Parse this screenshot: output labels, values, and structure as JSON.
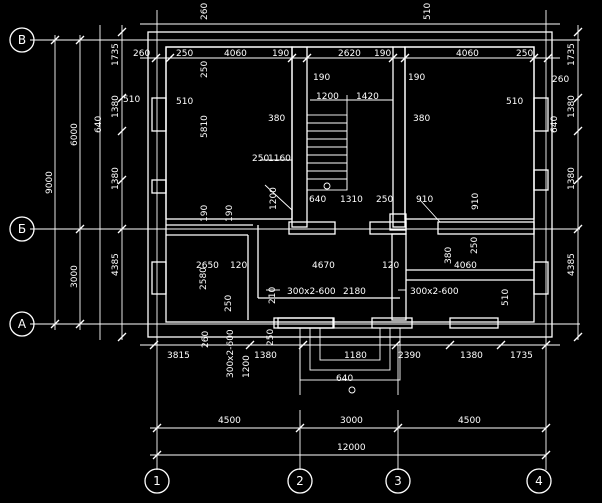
{
  "axes": {
    "letters": [
      "В",
      "Б",
      "А"
    ],
    "numbers": [
      "1",
      "2",
      "3",
      "4"
    ]
  },
  "dims": {
    "top_vertical": [
      "260",
      "510"
    ],
    "top_row": [
      "260",
      "250",
      "4060",
      "190",
      "2620",
      "190",
      "4060",
      "250"
    ],
    "inner": {
      "d_1200": "1200",
      "d_1420": "1420",
      "d_190a": "190",
      "d_190b": "190",
      "d_380a": "380",
      "d_380b": "380",
      "d_510a": "510",
      "d_510b": "510",
      "d_5810": "5810",
      "d_250": "250",
      "d_1160": "1160",
      "d_1200v": "1200",
      "d_640": "640",
      "d_1310": "1310",
      "d_250b": "250",
      "d_910": "910",
      "d_910v": "910",
      "d_190v": "190",
      "d_190h": "190",
      "d_2650": "2650",
      "d_120a": "120",
      "d_4670": "4670",
      "d_120b": "120",
      "d_4060": "4060",
      "d_380v": "380",
      "d_250v": "250",
      "d_2580": "2580",
      "d_250c": "250",
      "d_210": "210",
      "d_300x2600a": "300x2-600",
      "d_2180": "2180",
      "d_300x2600b": "300x2-600",
      "d_510c": "510",
      "d_1380L": "1380",
      "d_1380R": "1380"
    },
    "left_side": [
      "1735",
      "510",
      "1380",
      "640",
      "1380",
      "4385"
    ],
    "right_side": [
      "1735",
      "260",
      "1380",
      "640",
      "1380",
      "4385"
    ],
    "overall_left": [
      "6000",
      "9000",
      "3000"
    ],
    "bottom_row": [
      "3815",
      "1380",
      "1180",
      "2390",
      "1380",
      "1735"
    ],
    "bottom_misc": [
      "260",
      "300x2-600",
      "1200",
      "250",
      "640"
    ],
    "bottom_chain": [
      "4500",
      "3000",
      "4500"
    ],
    "bottom_total": "12000"
  }
}
